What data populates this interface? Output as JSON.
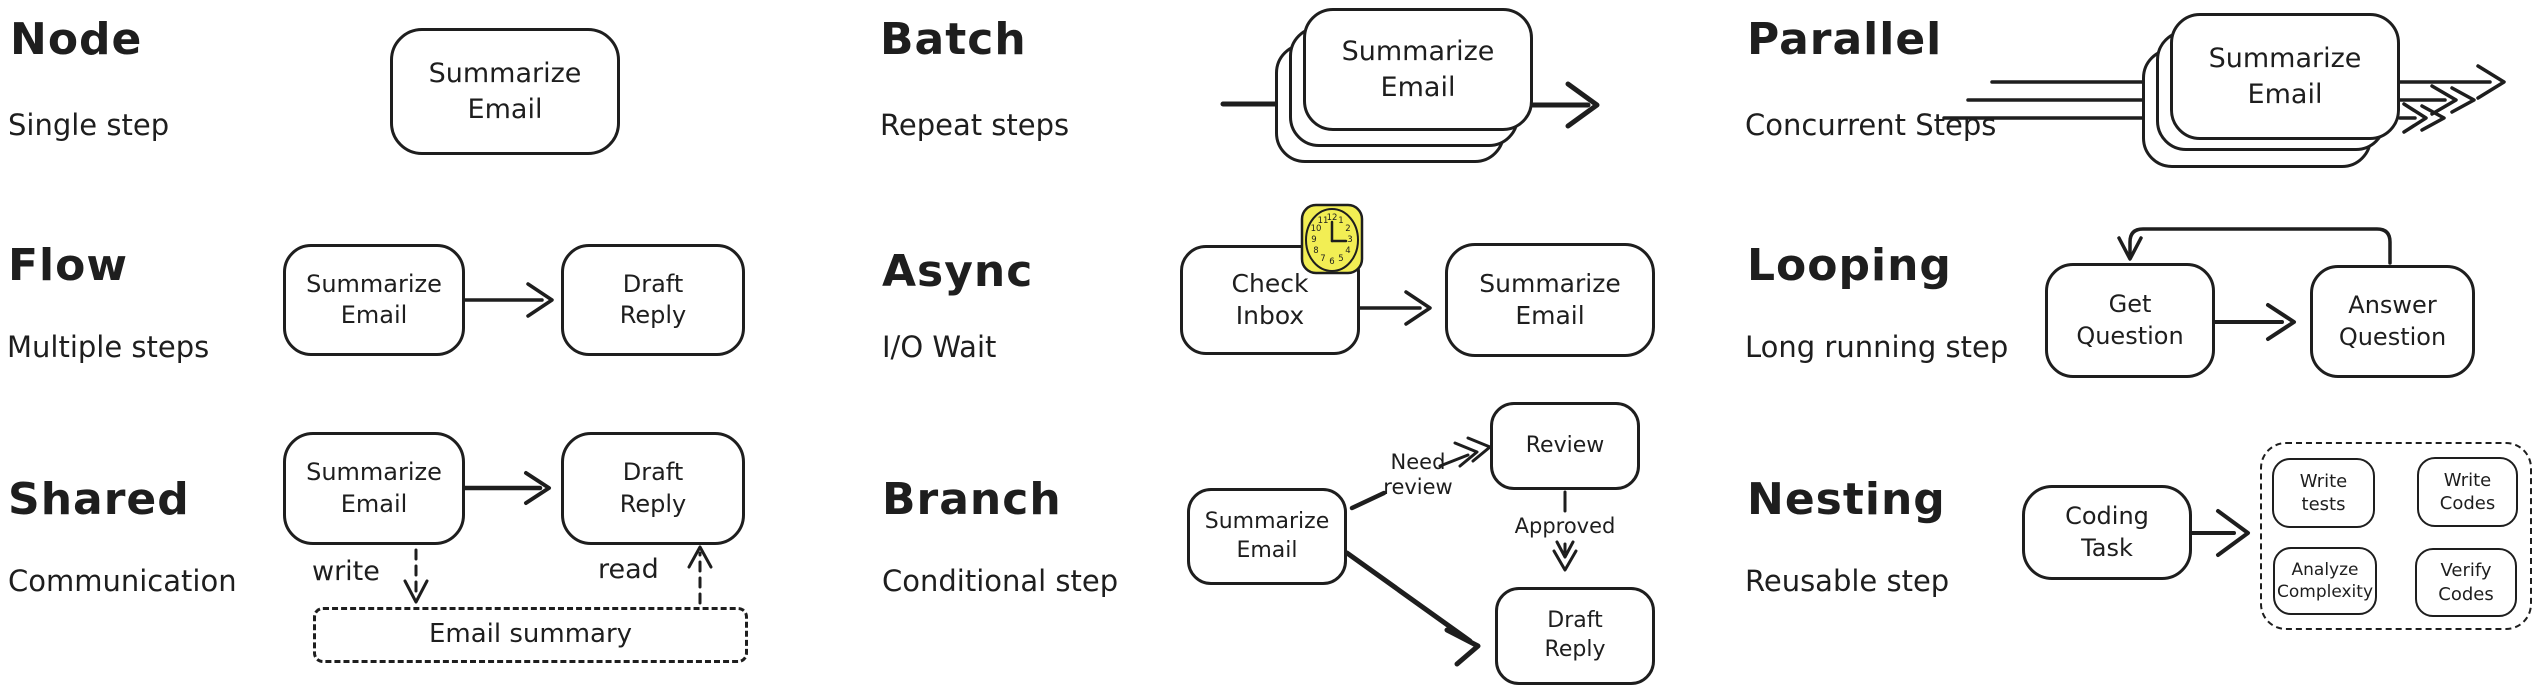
{
  "colors": {
    "ink": "#1e1e1e",
    "clock_fill": "#f2ee54",
    "background": "#ffffff"
  },
  "cells": {
    "node": {
      "title": "Node",
      "subtitle": "Single step",
      "box": "Summarize Email"
    },
    "batch": {
      "title": "Batch",
      "subtitle": "Repeat steps",
      "box": "Summarize Email"
    },
    "parallel": {
      "title": "Parallel",
      "subtitle": "Concurrent Steps",
      "box": "Summarize Email"
    },
    "flow": {
      "title": "Flow",
      "subtitle": "Multiple steps",
      "box1": "Summarize Email",
      "box2": "Draft Reply"
    },
    "async": {
      "title": "Async",
      "subtitle": "I/O Wait",
      "box1": "Check Inbox",
      "box2": "Summarize Email",
      "clock_numbers": [
        "1",
        "2",
        "3",
        "4",
        "5",
        "6",
        "7",
        "8",
        "9",
        "10",
        "11",
        "12"
      ]
    },
    "looping": {
      "title": "Looping",
      "subtitle": "Long running step",
      "box1": "Get Question",
      "box2": "Answer Question"
    },
    "shared": {
      "title": "Shared",
      "subtitle": "Communication",
      "box1": "Summarize Email",
      "box2": "Draft Reply",
      "store": "Email summary",
      "write_label": "write",
      "read_label": "read"
    },
    "branch": {
      "title": "Branch",
      "subtitle": "Conditional step",
      "box1": "Summarize Email",
      "box2": "Review",
      "box3": "Draft Reply",
      "label_need_review": "Need review",
      "label_approved": "Approved"
    },
    "nesting": {
      "title": "Nesting",
      "subtitle": "Reusable step",
      "box1": "Coding Task",
      "inner1": "Write tests",
      "inner2": "Write Codes",
      "inner3": "Verify Codes",
      "inner4": "Analyze Complexity"
    }
  }
}
